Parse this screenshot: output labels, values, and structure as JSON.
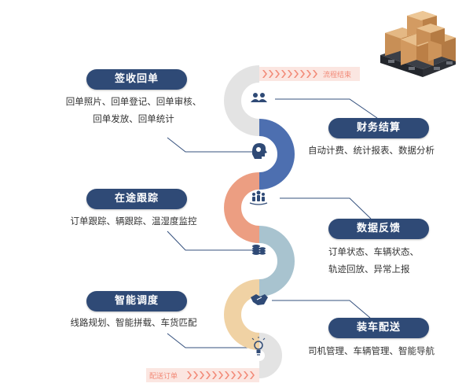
{
  "flow": {
    "end_label": "流程结束",
    "start_label": "配送订单"
  },
  "stages": [
    {
      "title": "签收回单",
      "lines": [
        "回单照片、回单登记、回单审核、",
        "回单发放、回单统计"
      ],
      "icon": "people-icon"
    },
    {
      "title": "财务结算",
      "lines": [
        "自动计费、统计报表、数据分析"
      ],
      "icon": "head-gear-icon"
    },
    {
      "title": "在途跟踪",
      "lines": [
        "订单跟踪、辆跟踪、温湿度监控"
      ],
      "icon": "group-icon"
    },
    {
      "title": "数据反馈",
      "lines": [
        "订单状态、车辆状态、",
        "轨迹回放、异常上报"
      ],
      "icon": "coins-icon"
    },
    {
      "title": "智能调度",
      "lines": [
        "线路规划、智能拼载、车货匹配"
      ],
      "icon": "handshake-icon"
    },
    {
      "title": "装车配送",
      "lines": [
        "司机管理、车辆管理、智能导航"
      ],
      "icon": "lightbulb-icon"
    }
  ],
  "colors": {
    "pill": "#2f4a76",
    "segments": [
      "#e3e3e3",
      "#4d6fb0",
      "#ec9e82",
      "#a8c3cf",
      "#f0d2a4",
      "#e3e3e3"
    ],
    "arrows": "#f28a78"
  }
}
